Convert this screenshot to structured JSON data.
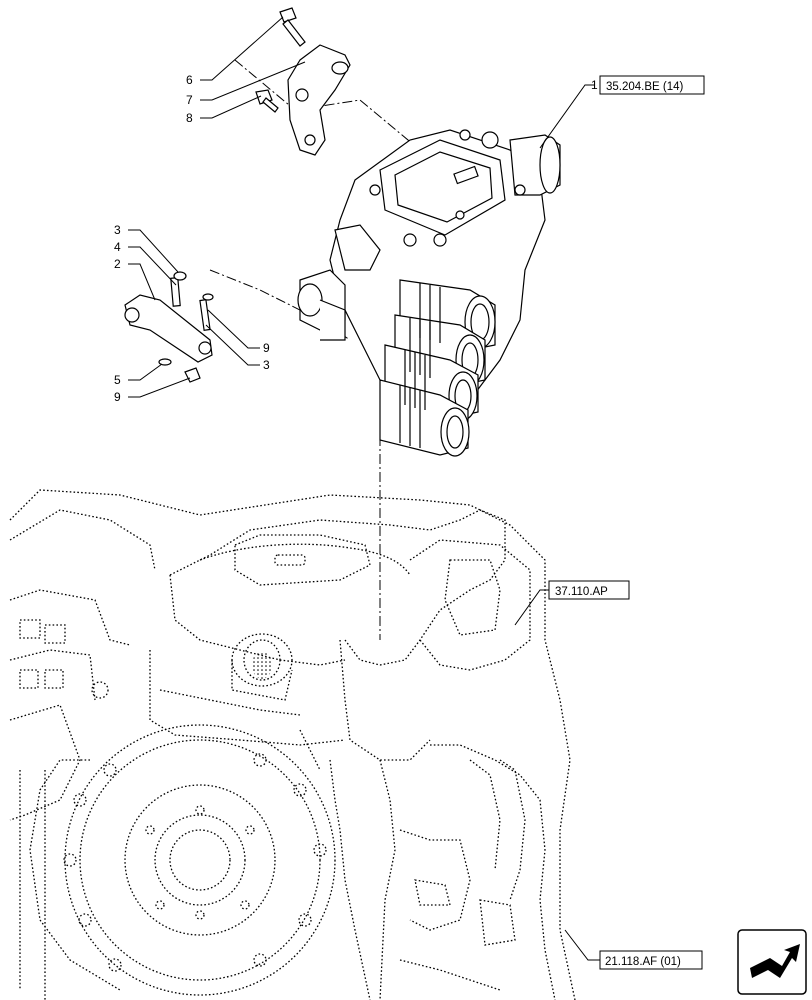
{
  "callouts": [
    {
      "num": "6"
    },
    {
      "num": "7"
    },
    {
      "num": "8"
    },
    {
      "num": "3"
    },
    {
      "num": "4"
    },
    {
      "num": "2"
    },
    {
      "num": "5"
    },
    {
      "num": "9"
    },
    {
      "num": "9"
    },
    {
      "num": "3"
    },
    {
      "num": "1"
    }
  ],
  "references": [
    {
      "text": "35.204.BE (14)"
    },
    {
      "text": "37.110.AP"
    },
    {
      "text": "21.118.AF (01)"
    }
  ],
  "nav_icon": "next-page-arrow-icon"
}
